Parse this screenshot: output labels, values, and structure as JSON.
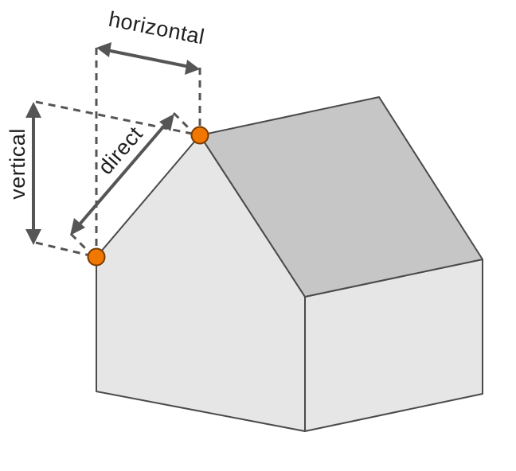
{
  "labels": {
    "horizontal": "horizontal",
    "vertical": "vertical",
    "direct": "direct"
  },
  "colors": {
    "wall_front": "#e6e6e6",
    "wall_side": "#e6e6e6",
    "roof": "#c6c6c6",
    "outline": "#4a4a4a",
    "measure": "#555555",
    "point": "#f07800"
  }
}
